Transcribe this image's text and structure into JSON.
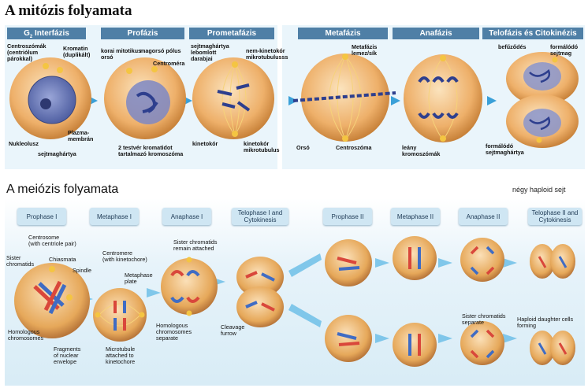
{
  "mitosis": {
    "title": "A mitózis folyamata",
    "phases": [
      "Interfázis",
      "Profázis",
      "Prometafázis",
      "Metafázis",
      "Anafázis",
      "Telofázis és Citokinézis"
    ],
    "g2_label": "G",
    "g2_sub": "2",
    "labels": {
      "centrosomes": "Centroszómák\n(centriólum\npárokkal)",
      "chromatin": "Kromatin\n(duplikált)",
      "nucleolus": "Nukleolusz",
      "plasma_membrane": "Plazma-\nmembrán",
      "nuclear_envelope": "sejtmaghártya",
      "early_spindle": "korai mitotikus\norsó",
      "spindle_pole": "magorsó pólus",
      "centromere": "Centroméra",
      "sister_chromatids": "2 testvér kromatidot\ntartalmazó kromoszóma",
      "fragmented_envelope": "sejtmaghártya\nlebomlott\ndarabjai",
      "non_kinetochore": "nem-kinetokór\nmikrotubulusss",
      "kinetochore": "kinetokór",
      "kinetochore_mt": "kinetokór\nmikrotubulus",
      "metaphase_plate": "Metafázis\nlemez/sík",
      "spindle": "Orsó",
      "centrosome": "Centroszóma",
      "daughter_chromosomes": "leány\nkromoszómák",
      "cleavage": "befűződés",
      "forming_nucleus": "formálódó\nsejtmag",
      "forming_envelope": "formálódó\nsejtmaghártya"
    }
  },
  "meiosis": {
    "title": "A meiózis folyamata",
    "note": "négy haploid sejt",
    "phases": [
      "Prophase I",
      "Metaphase I",
      "Anaphase I",
      "Telophase I and\nCytokinesis",
      "Prophase II",
      "Metaphase II",
      "Anaphase II",
      "Telophase II and\nCytokinesis"
    ],
    "labels": {
      "centrosome": "Centrosome\n(with centriole pair)",
      "sister_chromatids": "Sister\nchromatids",
      "chiasmata": "Chiasmata",
      "spindle": "Spindle",
      "homologous": "Homologous\nchromosomes",
      "fragments": "Fragments\nof nuclear\nenvelope",
      "centromere": "Centromere\n(with kinetochore)",
      "metaphase_plate": "Metaphase\nplate",
      "microtubule": "Microtubule\nattached to\nkinetochore",
      "sister_remain": "Sister chromatids\nremain attached",
      "homologous_separate": "Homologous\nchromosomes\nseparate",
      "cleavage_furrow": "Cleavage\nfurrow",
      "sister_separate": "Sister chromatids\nseparate",
      "haploid": "Haploid daughter cells\nforming"
    }
  },
  "colors": {
    "header": "#4f7fa6",
    "cell": "#e6a85a",
    "nucleus": "#5566a8",
    "chrom_red": "#d9473b",
    "chrom_blue": "#3f6cc4"
  }
}
